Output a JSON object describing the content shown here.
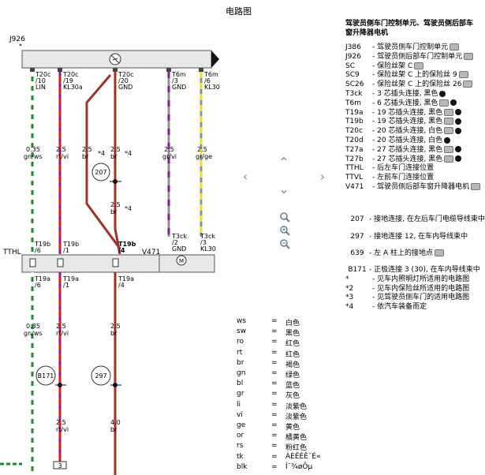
{
  "title": "电路图",
  "component_label": "J926",
  "component_star": "*",
  "connectors_top": [
    {
      "code": "T20c",
      "pin": "/10",
      "sig": "LIN"
    },
    {
      "code": "T20c",
      "pin": "/19",
      "sig": "KL30a"
    },
    {
      "code": "T20c",
      "pin": "/20",
      "sig": "GND"
    },
    {
      "code": "T6m",
      "pin": "/3",
      "sig": "GND"
    },
    {
      "code": "T6m",
      "pin": "/6",
      "sig": "KL30"
    }
  ],
  "wire_labels": {
    "w1_top": "0.35",
    "w1_top_c": "gn/ws",
    "w2_top": "2.5",
    "w2_top_c": "rt/vi",
    "w3a": "2.5",
    "w3a_c": "br",
    "w3a_n": "*4",
    "w3b": "2.5",
    "w3b_c": "br",
    "w3b_n": "*4",
    "w3c": "2.5",
    "w3c_c": "br",
    "w3c_n": "*4",
    "w4": "2.5",
    "w4_c": "gr/vi",
    "w5": "2.5",
    "w5_c": "gr/ge",
    "w1_bot": "0.35",
    "w1_bot_c": "gn/ws",
    "w2_bot": "2.5",
    "w2_bot_c": "rt/vi",
    "w3_bot1": "2.5",
    "w3_bot1_c": "br",
    "w3_bot2": "4.0",
    "w3_bot2_c": "br"
  },
  "ground_points": {
    "p207": "207",
    "p297": "297",
    "pB171": "B171"
  },
  "tthl": {
    "label": "TTHL",
    "pins": [
      {
        "code": "T19b",
        "pin": "/6"
      },
      {
        "code": "T19b",
        "pin": "/1"
      },
      {
        "code": "T19b",
        "pin": "/4"
      }
    ],
    "pins_bottom": [
      {
        "code": "T19a",
        "pin": "/6"
      },
      {
        "code": "T19a",
        "pin": "/1"
      },
      {
        "code": "T19a",
        "pin": "/4"
      }
    ]
  },
  "v471": {
    "label": "V471",
    "pins": [
      {
        "code": "T3ck",
        "pin": "/2",
        "sig": "GND"
      },
      {
        "code": "T3ck",
        "pin": "/3",
        "sig": "KL30"
      }
    ]
  },
  "bottom_ref": "3",
  "legend": {
    "heading": "驾驶员侧车门控制单元、驾驶员侧后部车窗升降器电机",
    "items": [
      {
        "code": "J386",
        "desc": "- 驾驶员侧车门控制单元",
        "icons": [
          "cam"
        ]
      },
      {
        "code": "J926",
        "desc": "- 驾驶员侧后部车门控制单元",
        "icons": [
          "cam"
        ]
      },
      {
        "code": "SC",
        "desc": "-    保险丝架 C",
        "icons": [
          "cam"
        ]
      },
      {
        "code": "SC9",
        "desc": "- 保险丝架 C 上的保险丝 9",
        "icons": [
          "cam"
        ]
      },
      {
        "code": "SC26",
        "desc": "- 保险丝架 C 上的保险丝 26",
        "icons": [
          "cam"
        ]
      },
      {
        "code": "T3ck",
        "desc": "- 3 芯插头连接, 黑色",
        "icons": [
          "dot"
        ]
      },
      {
        "code": "T6m",
        "desc": "- 6 芯插头连接, 黑色",
        "icons": [
          "cam",
          "dot"
        ]
      },
      {
        "code": "T19a",
        "desc": "- 19 芯插头连接, 黑色",
        "icons": [
          "cam",
          "dot"
        ]
      },
      {
        "code": "T19b",
        "desc": "- 19 芯插头连接, 黑色",
        "icons": [
          "cam",
          "dot"
        ]
      },
      {
        "code": "T20c",
        "desc": "- 20 芯插头连接, 白色",
        "icons": [
          "cam",
          "dot"
        ]
      },
      {
        "code": "T20d",
        "desc": "- 20 芯插头连接, 白色",
        "icons": [
          "dot"
        ]
      },
      {
        "code": "T27a",
        "desc": "- 27 芯插头连接, 黑色",
        "icons": [
          "cam",
          "dot"
        ]
      },
      {
        "code": "T27b",
        "desc": "- 27 芯插头连接, 黑色",
        "icons": [
          "cam",
          "dot"
        ]
      },
      {
        "code": "TTHL",
        "desc": "-   后左车门连接位置",
        "icons": []
      },
      {
        "code": "TTVL",
        "desc": "-   左前车门连接位置",
        "icons": []
      },
      {
        "code": "V471",
        "desc": "- 驾驶员侧后部车窗升降器电机",
        "icons": [
          "cam"
        ]
      }
    ],
    "ground_items": [
      {
        "code": "207",
        "desc": "- 接地连接, 在左后车门电缆导线束中"
      },
      {
        "code": "297",
        "desc": "- 接地连接 12, 在车内导线束中"
      },
      {
        "code": "639",
        "desc": "-   左 A 柱上的接地点"
      },
      {
        "code": "B171",
        "desc": "- 正极连接 3 (30), 在车内导线束中"
      }
    ],
    "notes": [
      {
        "code": "*",
        "desc": "- 见车内照明灯所适用的电路图"
      },
      {
        "code": "*2",
        "desc": "- 见车内保险丝所适用的电路图"
      },
      {
        "code": "*3",
        "desc": "- 见驾驶员侧车门的适用电路图"
      },
      {
        "code": "*4",
        "desc": "-     依汽车装备而定"
      }
    ]
  },
  "color_codes": [
    {
      "code": "ws",
      "name": "白色"
    },
    {
      "code": "sw",
      "name": "黑色"
    },
    {
      "code": "ro",
      "name": "红色"
    },
    {
      "code": "rt",
      "name": "红色"
    },
    {
      "code": "br",
      "name": "褐色"
    },
    {
      "code": "gn",
      "name": "绿色"
    },
    {
      "code": "bl",
      "name": "蓝色"
    },
    {
      "code": "gr",
      "name": "灰色"
    },
    {
      "code": "li",
      "name": "淡紫色"
    },
    {
      "code": "vi",
      "name": "淡紫色"
    },
    {
      "code": "ge",
      "name": "黄色"
    },
    {
      "code": "or",
      "name": "橘黄色"
    },
    {
      "code": "rs",
      "name": "粉红色"
    },
    {
      "code": "tk",
      "name": "ÀÈÊÉÊ¯É«"
    },
    {
      "code": "blk",
      "name": "Î¨¾øÔµ"
    }
  ],
  "color_eq": "=",
  "nav": {
    "prev": "‹",
    "next": "›",
    "up": "⌃",
    "down": "⌄"
  },
  "colors": {
    "brown": "#a0302a",
    "red": "#e01818",
    "green": "#1a8a2a",
    "violet": "#8a1a9a",
    "yellow": "#f0e020",
    "gray": "#909090",
    "bar": "#e8e8e8"
  }
}
